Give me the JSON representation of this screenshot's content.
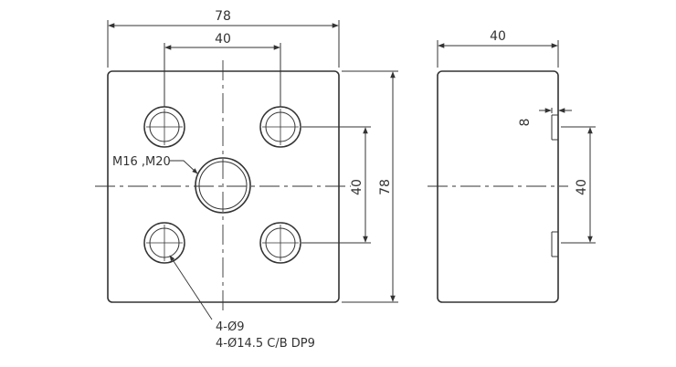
{
  "colors": {
    "line": "#333333",
    "background": "#ffffff"
  },
  "front_view": {
    "dim_overall_width": "78",
    "dim_hole_spacing_x": "40",
    "dim_hole_spacing_y": "40",
    "dim_overall_height": "78",
    "thread_label": "M16 ,M20",
    "hole_callout_line1": "4-Ø9",
    "hole_callout_line2": "4-Ø14.5 C/B DP9"
  },
  "side_view": {
    "dim_depth": "40",
    "dim_counterbore_depth": "8",
    "dim_hole_spacing": "40"
  }
}
